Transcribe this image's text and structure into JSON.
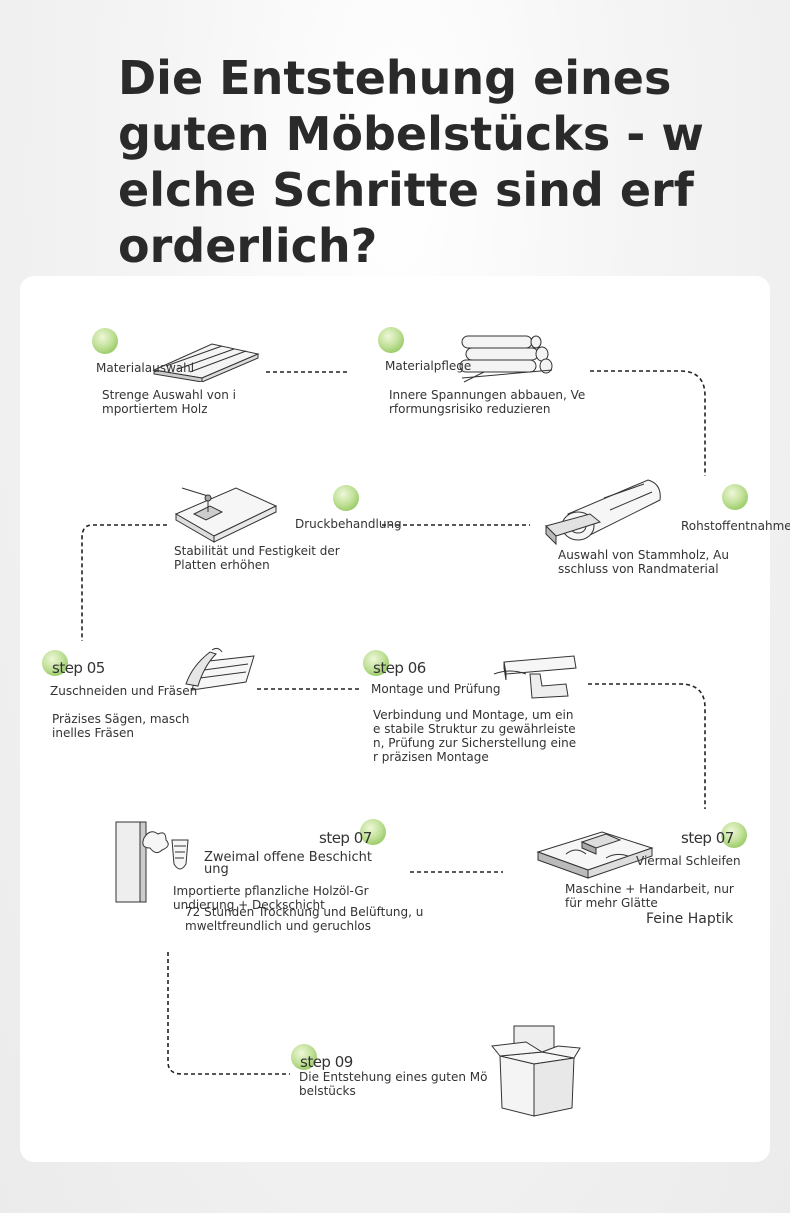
{
  "title": "Die Entstehung eines guten Möbelstücks - welche Schritte sind erforderlich?",
  "steps": {
    "s1": {
      "label": "Materialauswahl",
      "desc": "Strenge Auswahl von importiertem Holz"
    },
    "s2": {
      "label": "Materialpflege",
      "desc": "Innere Spannungen abbauen, Verformungsrisiko reduzieren"
    },
    "s3": {
      "label": "Rohstoffentnahme",
      "desc": "Auswahl von Stammholz, Ausschluss von Randmaterial"
    },
    "s4": {
      "label": "Druckbehandlung",
      "desc": "Stabilität und Festigkeit der Platten erhöhen"
    },
    "s5": {
      "step": "step 05",
      "label": "Zuschneiden und Fräsen",
      "desc": "Präzises Sägen, maschinelles Fräsen"
    },
    "s6": {
      "step": "step 06",
      "label": "Montage und Prüfung",
      "desc": "Verbindung und Montage, um eine stabile Struktur zu gewährleisten, Prüfung zur Sicherstellung einer präzisen Montage"
    },
    "s7": {
      "step": "step 07",
      "label": "Viermal Schleifen",
      "desc": "Maschine + Handarbeit, nur für mehr Glätte",
      "extra": "Feine Haptik"
    },
    "s8": {
      "step": "step 07",
      "label": "Zweimal offene Beschichtung",
      "desc": "Importierte pflanzliche Holzöl-Grundierung + Deckschicht",
      "desc2": "72 Stunden Trocknung und Belüftung, umweltfreundlich und geruchlos"
    },
    "s9": {
      "step": "step 09",
      "desc": "Die Entstehung eines guten Möbelstücks"
    }
  }
}
